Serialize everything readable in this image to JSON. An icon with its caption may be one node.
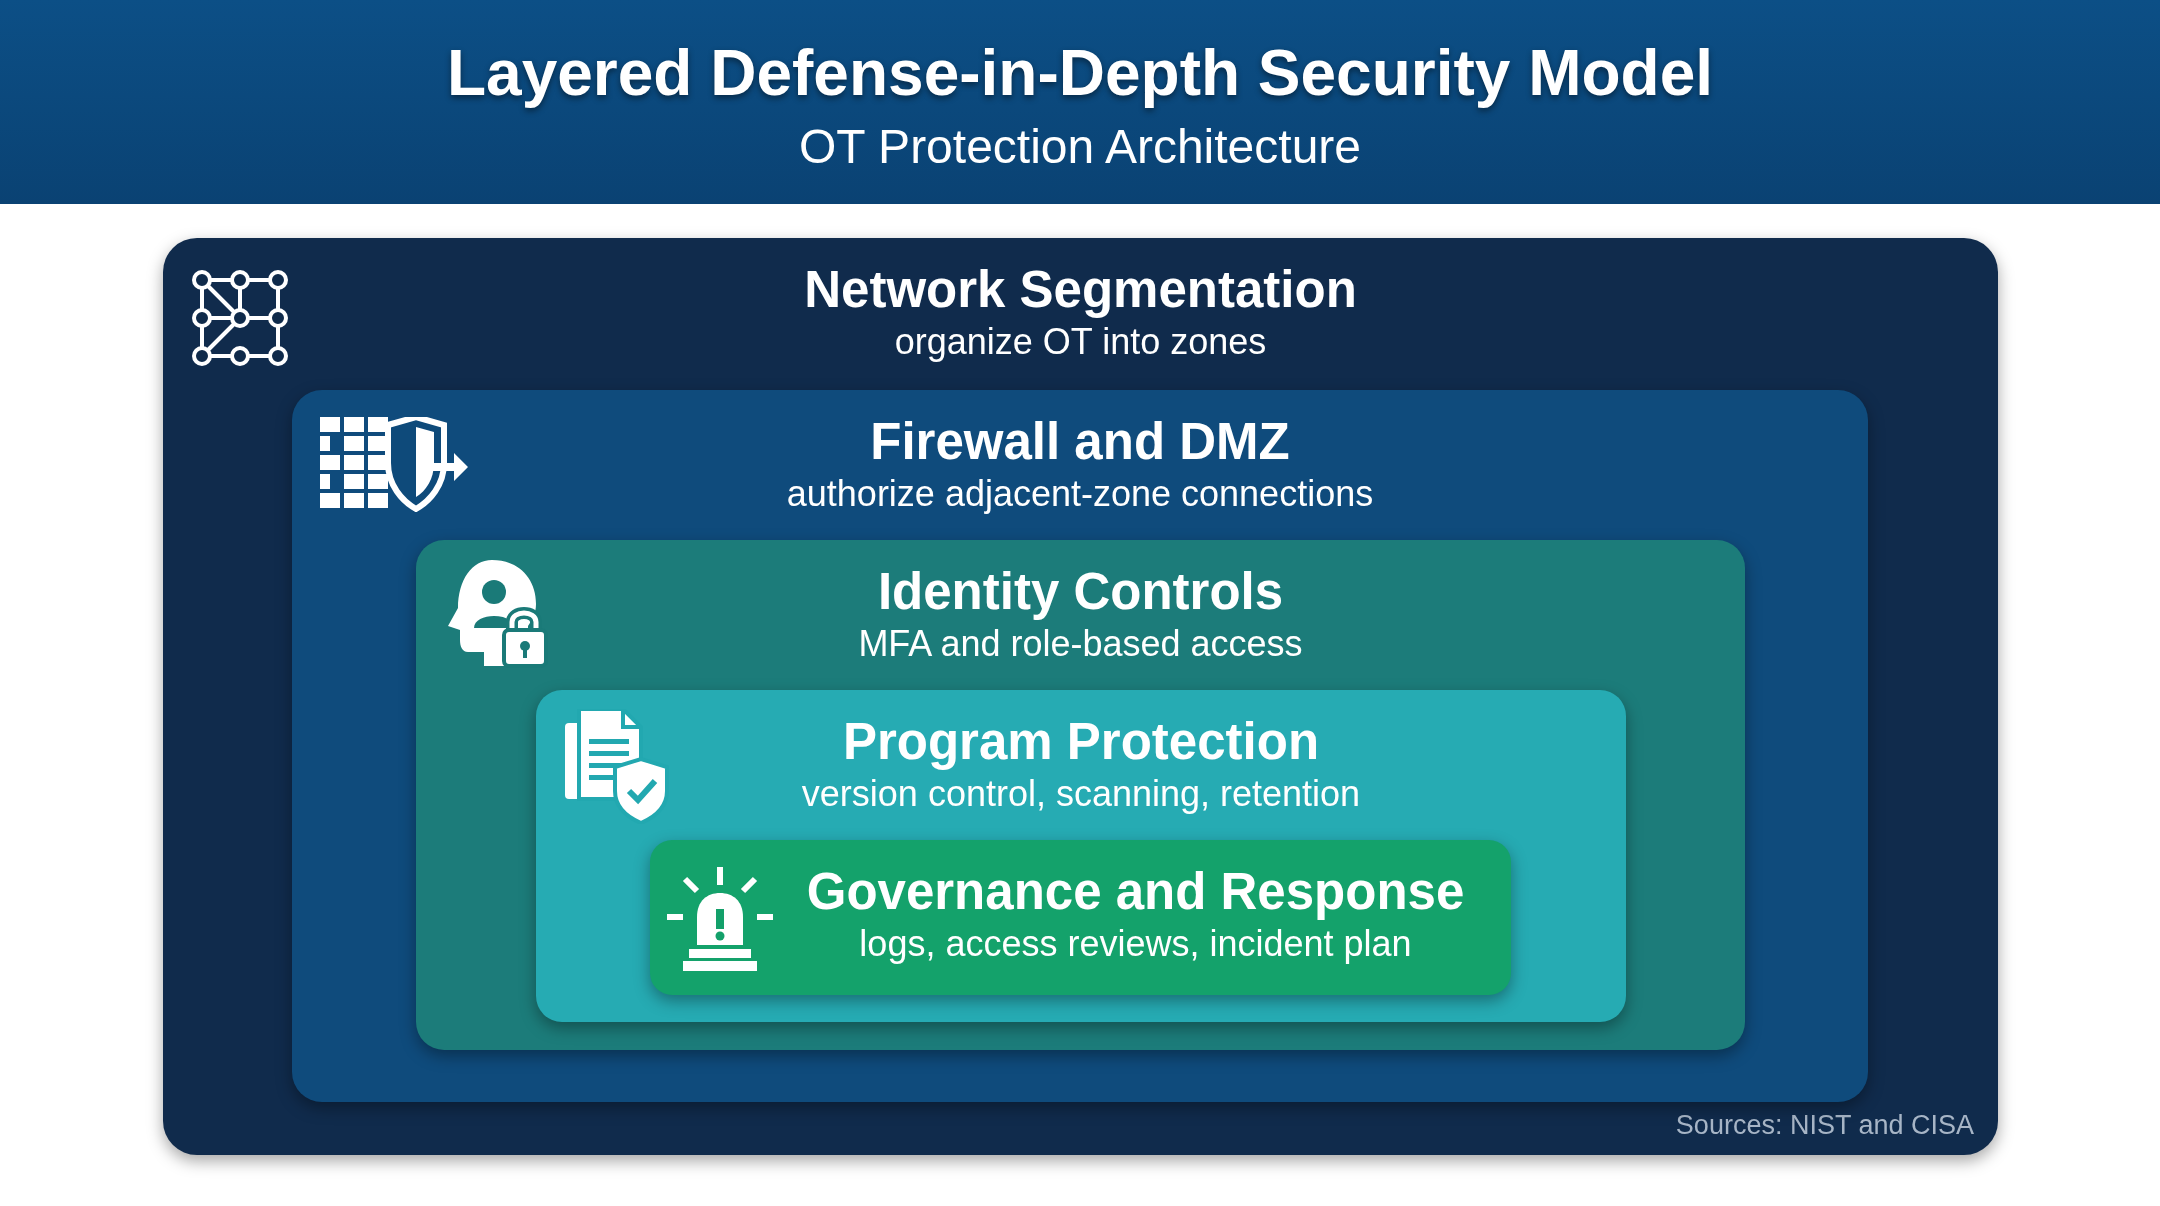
{
  "diagram": {
    "title": "Layered Defense-in-Depth Security Model",
    "nodes": [
      {
        "text": [
          "Network Segmentation",
          "organize OT into zones"
        ]
      },
      {
        "text": [
          "Firewall and DMZ",
          "authorize adjacent-zone connections"
        ],
        "in": 0
      },
      {
        "text": [
          "Identity Controls",
          "MFA and role-based access"
        ],
        "in": 1
      },
      {
        "text": [
          "Program Protection",
          "version control, scanning, retention"
        ],
        "in": 2
      },
      {
        "text": [
          "Governance and Response",
          "logs, access reviews, incident plan"
        ],
        "in": 3
      }
    ],
    "labels": [
      "OT Protection Architecture",
      "Sources: NIST and CISA"
    ]
  }
}
